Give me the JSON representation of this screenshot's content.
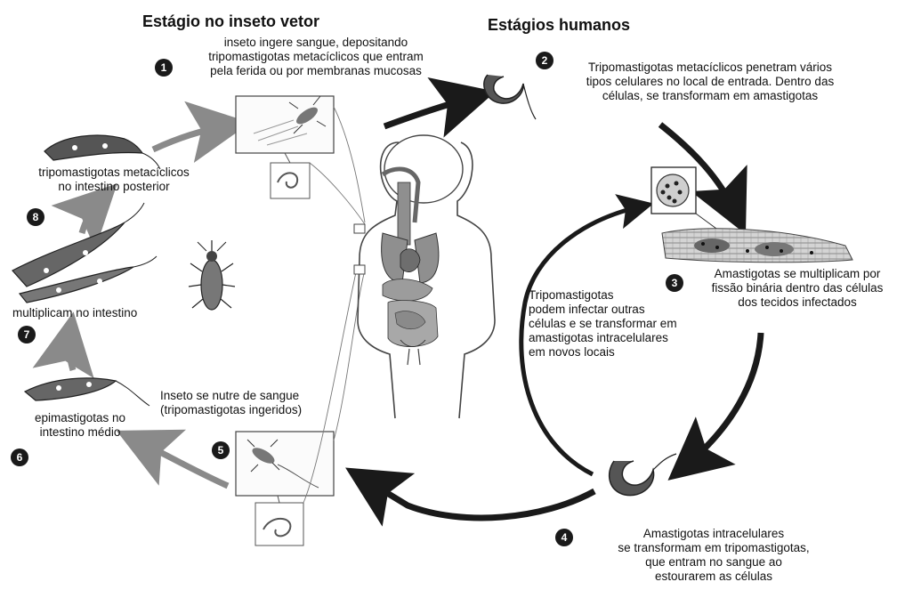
{
  "headings": {
    "insect": "Estágio no inseto vetor",
    "human": "Estágios humanos"
  },
  "steps": [
    {
      "number": "1",
      "text": "inseto ingere sangue, depositando\ntripomastigotas metacíclicos que entram\npela ferida ou por membranas mucosas"
    },
    {
      "number": "2",
      "text": "Tripomastigotas metacíclicos penetram vários\ntipos celulares no local de entrada. Dentro das\ncélulas, se transformam em amastigotas"
    },
    {
      "number": "3",
      "text": "Amastigotas se multiplicam por\nfissão binária dentro das células\ndos tecidos infectados"
    },
    {
      "number": "4",
      "text": "Amastigotas intracelulares\nse transformam em tripomastigotas,\nque entram no sangue ao\nestourarem as células"
    },
    {
      "number": "5",
      "text": "Inseto se nutre de sangue\n(tripomastigotas ingeridos)"
    },
    {
      "number": "6",
      "text": "epimastigotas no\nintestino médio"
    },
    {
      "number": "7",
      "text": "multiplicam no intestino"
    },
    {
      "number": "8",
      "text": "tripomastigotas metacíclicos\nno intestino posterior"
    }
  ],
  "inner_note": "Tripomastigotas\npodem infectar outras\ncélulas e se transformar em\namastigotas intracelulares\nem novos locais",
  "colors": {
    "human_cycle_arrow": "#1a1a1a",
    "insect_cycle_arrow": "#8a8a8a",
    "organ_fill": "#8f8f8f",
    "muscle_fill": "#c8c8c8"
  }
}
